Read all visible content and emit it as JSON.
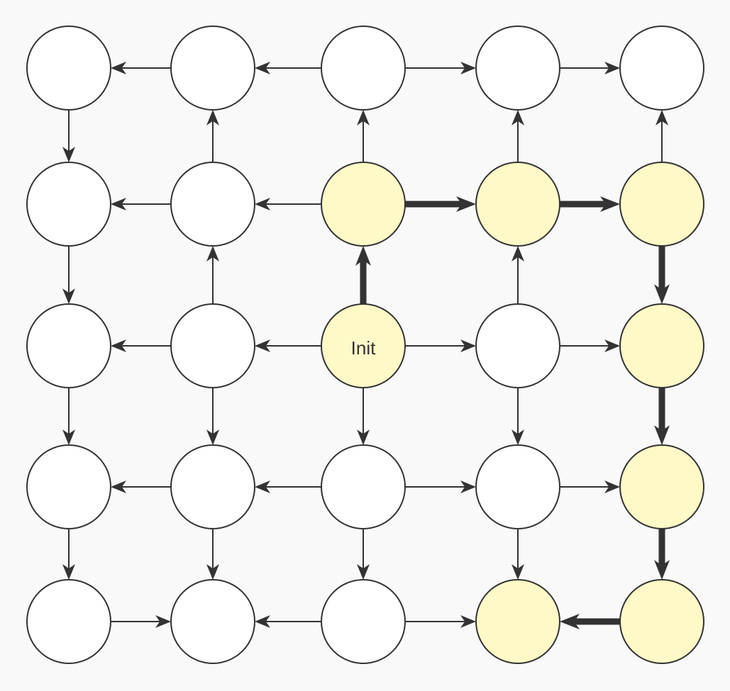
{
  "diagram": {
    "nodes": [
      {
        "id": "r0c0",
        "row": 0,
        "col": 0,
        "highlight": false,
        "label": ""
      },
      {
        "id": "r0c1",
        "row": 0,
        "col": 1,
        "highlight": false,
        "label": ""
      },
      {
        "id": "r0c2",
        "row": 0,
        "col": 2,
        "highlight": false,
        "label": ""
      },
      {
        "id": "r0c3",
        "row": 0,
        "col": 3,
        "highlight": false,
        "label": ""
      },
      {
        "id": "r0c4",
        "row": 0,
        "col": 4,
        "highlight": false,
        "label": ""
      },
      {
        "id": "r1c0",
        "row": 1,
        "col": 0,
        "highlight": false,
        "label": ""
      },
      {
        "id": "r1c1",
        "row": 1,
        "col": 1,
        "highlight": false,
        "label": ""
      },
      {
        "id": "r1c2",
        "row": 1,
        "col": 2,
        "highlight": true,
        "label": ""
      },
      {
        "id": "r1c3",
        "row": 1,
        "col": 3,
        "highlight": true,
        "label": ""
      },
      {
        "id": "r1c4",
        "row": 1,
        "col": 4,
        "highlight": true,
        "label": ""
      },
      {
        "id": "r2c0",
        "row": 2,
        "col": 0,
        "highlight": false,
        "label": ""
      },
      {
        "id": "r2c1",
        "row": 2,
        "col": 1,
        "highlight": false,
        "label": ""
      },
      {
        "id": "r2c2",
        "row": 2,
        "col": 2,
        "highlight": true,
        "label": "Init"
      },
      {
        "id": "r2c3",
        "row": 2,
        "col": 3,
        "highlight": false,
        "label": ""
      },
      {
        "id": "r2c4",
        "row": 2,
        "col": 4,
        "highlight": true,
        "label": ""
      },
      {
        "id": "r3c0",
        "row": 3,
        "col": 0,
        "highlight": false,
        "label": ""
      },
      {
        "id": "r3c1",
        "row": 3,
        "col": 1,
        "highlight": false,
        "label": ""
      },
      {
        "id": "r3c2",
        "row": 3,
        "col": 2,
        "highlight": false,
        "label": ""
      },
      {
        "id": "r3c3",
        "row": 3,
        "col": 3,
        "highlight": false,
        "label": ""
      },
      {
        "id": "r3c4",
        "row": 3,
        "col": 4,
        "highlight": true,
        "label": ""
      },
      {
        "id": "r4c0",
        "row": 4,
        "col": 0,
        "highlight": false,
        "label": ""
      },
      {
        "id": "r4c1",
        "row": 4,
        "col": 1,
        "highlight": false,
        "label": ""
      },
      {
        "id": "r4c2",
        "row": 4,
        "col": 2,
        "highlight": false,
        "label": ""
      },
      {
        "id": "r4c3",
        "row": 4,
        "col": 3,
        "highlight": true,
        "label": ""
      },
      {
        "id": "r4c4",
        "row": 4,
        "col": 4,
        "highlight": true,
        "label": ""
      }
    ],
    "edges": [
      {
        "from": "r0c1",
        "to": "r0c0",
        "bold": false
      },
      {
        "from": "r0c2",
        "to": "r0c1",
        "bold": false
      },
      {
        "from": "r0c2",
        "to": "r0c3",
        "bold": false
      },
      {
        "from": "r0c3",
        "to": "r0c4",
        "bold": false
      },
      {
        "from": "r1c1",
        "to": "r1c0",
        "bold": false
      },
      {
        "from": "r1c2",
        "to": "r1c1",
        "bold": false
      },
      {
        "from": "r1c2",
        "to": "r1c3",
        "bold": true
      },
      {
        "from": "r1c3",
        "to": "r1c4",
        "bold": true
      },
      {
        "from": "r2c1",
        "to": "r2c0",
        "bold": false
      },
      {
        "from": "r2c2",
        "to": "r2c1",
        "bold": false
      },
      {
        "from": "r2c2",
        "to": "r2c3",
        "bold": false
      },
      {
        "from": "r2c3",
        "to": "r2c4",
        "bold": false
      },
      {
        "from": "r3c1",
        "to": "r3c0",
        "bold": false
      },
      {
        "from": "r3c2",
        "to": "r3c1",
        "bold": false
      },
      {
        "from": "r3c2",
        "to": "r3c3",
        "bold": false
      },
      {
        "from": "r3c3",
        "to": "r3c4",
        "bold": false
      },
      {
        "from": "r4c0",
        "to": "r4c1",
        "bold": false
      },
      {
        "from": "r4c2",
        "to": "r4c1",
        "bold": false
      },
      {
        "from": "r4c2",
        "to": "r4c3",
        "bold": false
      },
      {
        "from": "r4c4",
        "to": "r4c3",
        "bold": true
      },
      {
        "from": "r0c0",
        "to": "r1c0",
        "bold": false
      },
      {
        "from": "r1c1",
        "to": "r0c1",
        "bold": false
      },
      {
        "from": "r1c2",
        "to": "r0c2",
        "bold": false
      },
      {
        "from": "r1c3",
        "to": "r0c3",
        "bold": false
      },
      {
        "from": "r1c4",
        "to": "r0c4",
        "bold": false
      },
      {
        "from": "r1c0",
        "to": "r2c0",
        "bold": false
      },
      {
        "from": "r2c1",
        "to": "r1c1",
        "bold": false
      },
      {
        "from": "r2c2",
        "to": "r1c2",
        "bold": true
      },
      {
        "from": "r2c3",
        "to": "r1c3",
        "bold": false
      },
      {
        "from": "r1c4",
        "to": "r2c4",
        "bold": true
      },
      {
        "from": "r2c0",
        "to": "r3c0",
        "bold": false
      },
      {
        "from": "r2c1",
        "to": "r3c1",
        "bold": false
      },
      {
        "from": "r2c2",
        "to": "r3c2",
        "bold": false
      },
      {
        "from": "r2c3",
        "to": "r3c3",
        "bold": false
      },
      {
        "from": "r2c4",
        "to": "r3c4",
        "bold": true
      },
      {
        "from": "r3c0",
        "to": "r4c0",
        "bold": false
      },
      {
        "from": "r3c1",
        "to": "r4c1",
        "bold": false
      },
      {
        "from": "r3c2",
        "to": "r4c2",
        "bold": false
      },
      {
        "from": "r3c3",
        "to": "r4c3",
        "bold": false
      },
      {
        "from": "r3c4",
        "to": "r4c4",
        "bold": true
      }
    ],
    "colors": {
      "background": "#f9f9f9",
      "node_fill": "#ffffff",
      "node_highlight_fill": "#fff9c8",
      "stroke": "#333333"
    }
  }
}
